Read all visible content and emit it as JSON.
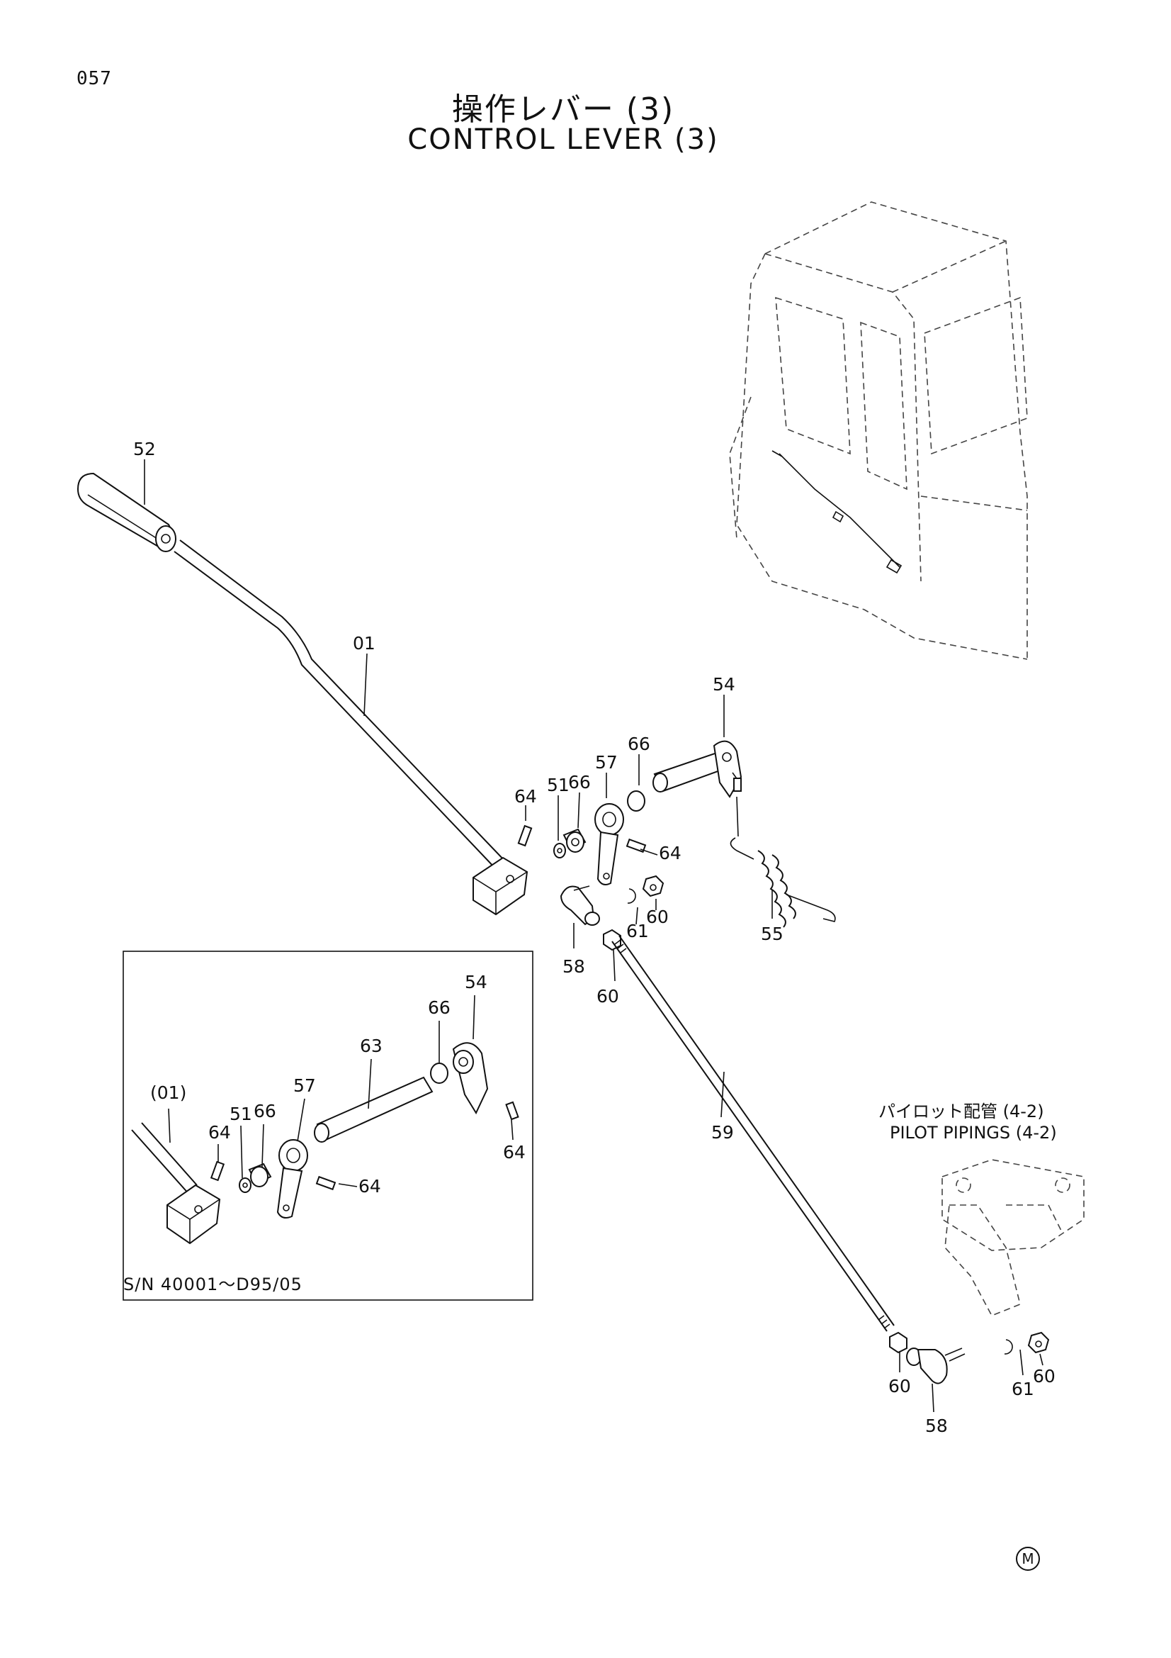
{
  "page_number": "057",
  "title_jp": "操作レバー (3)",
  "title_en": "CONTROL LEVER (3)",
  "pilot_ref": {
    "jp": "パイロット配管 (4-2)",
    "en": "PILOT PIPINGS (4-2)"
  },
  "inset": {
    "serial": "S/N 40001〜D95/05"
  },
  "part_labels": {
    "p52": "52",
    "p01": "01",
    "p54": "54",
    "p66a": "66",
    "p57": "57",
    "p66b": "66",
    "p51": "51",
    "p64a": "64",
    "p64b": "64",
    "p61a": "61",
    "p60a": "60",
    "p58a": "58",
    "p60b": "60",
    "p55": "55",
    "p59": "59",
    "p60c": "60",
    "p58b": "58",
    "p61b": "61",
    "p60d": "60",
    "i01": "(01)",
    "i64a": "64",
    "i51": "51",
    "i66a": "66",
    "i57": "57",
    "i63": "63",
    "i66b": "66",
    "i54": "54",
    "i64b": "64",
    "i64c": "64"
  },
  "logo_mark": "M"
}
